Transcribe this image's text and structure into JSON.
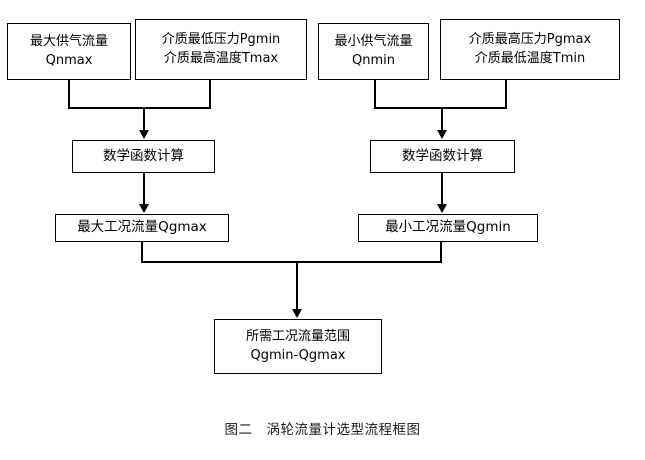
{
  "diagram": {
    "title": "涡轮流量计选型流程框图",
    "caption_number": "图二",
    "caption_text": "涡轮流量计选型流程框图",
    "background_color": "#ffffff",
    "line_color": "#000000",
    "nodes": {
      "max_supply_flow": {
        "line1": "最大供气流量",
        "line2": "Qnmax"
      },
      "min_pressure_max_temp": {
        "line1": "介质最低压力Pgmin",
        "line2": "介质最高温度Tmax"
      },
      "min_supply_flow": {
        "line1": "最小供气流量",
        "line2": "Qnmin"
      },
      "max_pressure_min_temp": {
        "line1": "介质最高压力Pgmax",
        "line2": "介质最低温度Tmin"
      },
      "math_calc_left": {
        "line1": "数学函数计算"
      },
      "math_calc_right": {
        "line1": "数学函数计算"
      },
      "max_working_flow": {
        "line1": "最大工况流量Qgmax"
      },
      "min_working_flow": {
        "line1": "最小工况流量Qgmin"
      },
      "required_range": {
        "line1": "所需工况流量范围",
        "line2": "Qgmin-Qgmax"
      }
    }
  }
}
